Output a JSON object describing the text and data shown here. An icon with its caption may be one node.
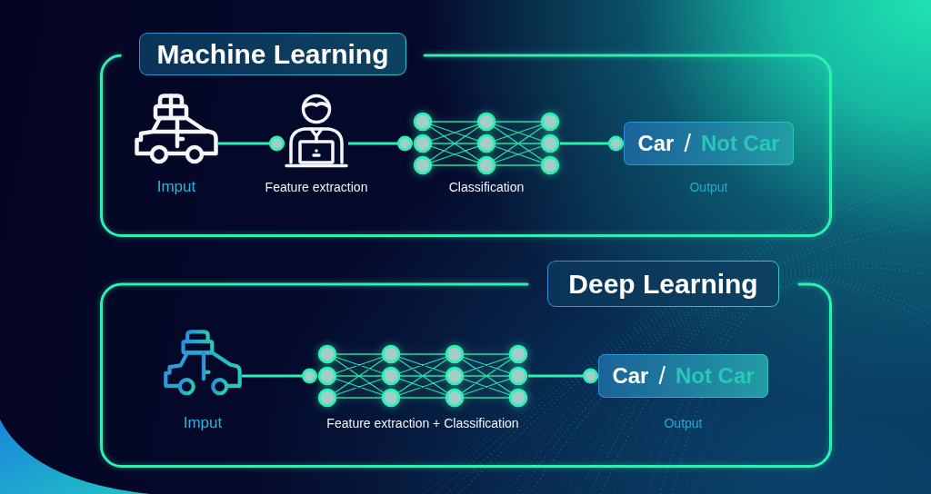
{
  "diagram": {
    "nodes": [
      {
        "text": [
          "Machine Learning"
        ]
      },
      {
        "text": [],
        "shape": "picture",
        "in": 0,
        "beside": [
          "Imput"
        ]
      },
      {
        "text": [],
        "shape": "picture",
        "in": 0,
        "beside": [
          "Feature extraction"
        ]
      },
      {
        "text": [],
        "shape": "picture",
        "in": 0,
        "beside": [
          "Classification"
        ]
      },
      {
        "text": [
          "Car",
          "/",
          "Not Car"
        ],
        "in": 0,
        "beside": [
          "Output"
        ]
      },
      {
        "text": [
          "Deep Learning"
        ]
      },
      {
        "text": [],
        "shape": "picture",
        "in": 5,
        "beside": [
          "Imput"
        ]
      },
      {
        "text": [],
        "shape": "picture",
        "in": 5,
        "beside": [
          "Feature extraction + Classification"
        ]
      },
      {
        "text": [
          "Car",
          "/",
          "Not Car"
        ],
        "in": 5,
        "beside": [
          "Output"
        ]
      }
    ],
    "edges": [
      {
        "from": 1,
        "to": 2,
        "arrow": "other"
      },
      {
        "from": 2,
        "to": 3,
        "arrow": "other"
      },
      {
        "from": 3,
        "to": 4,
        "arrow": "other"
      },
      {
        "from": 6,
        "to": 7,
        "arrow": "other"
      },
      {
        "from": 7,
        "to": 8,
        "arrow": "other"
      }
    ]
  }
}
